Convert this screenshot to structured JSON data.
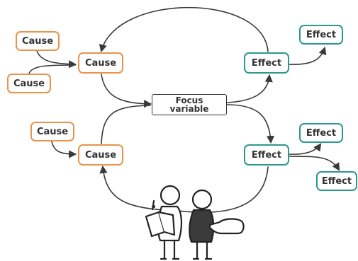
{
  "colors": {
    "cause": "#e8944a",
    "effect": "#2a9a8c",
    "focus": "#333333",
    "arrow": "#3a3a3a"
  },
  "nodes": {
    "cause_top_left": "Cause",
    "cause_left_low": "Cause",
    "cause_upper": "Cause",
    "cause_lower_left": "Cause",
    "cause_lower": "Cause",
    "focus_line1": "Focus",
    "focus_line2": "variable",
    "effect_upper": "Effect",
    "effect_top_right": "Effect",
    "effect_lower": "Effect",
    "effect_right_mid": "Effect",
    "effect_bottom_right": "Effect"
  },
  "illustration": {
    "icon": "two-people-reading-and-pointing"
  }
}
